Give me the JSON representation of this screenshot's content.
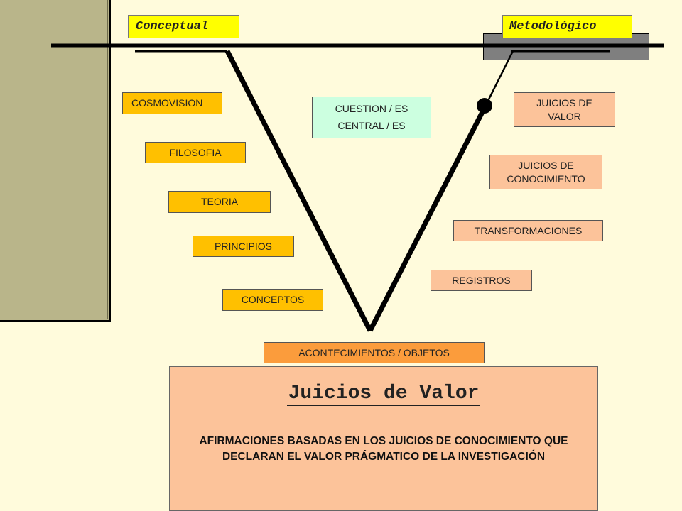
{
  "headers": {
    "left": "Conceptual",
    "right": "Metodológico"
  },
  "left_items": [
    "COSMOVISION",
    "FILOSOFIA",
    "TEORIA",
    "PRINCIPIOS",
    "CONCEPTOS"
  ],
  "central": {
    "line1": "CUESTION / ES",
    "line2": "CENTRAL / ES"
  },
  "right_items": [
    {
      "line1": "JUICIOS DE",
      "line2": "VALOR"
    },
    {
      "line1": "JUICIOS DE",
      "line2": "CONOCIMIENTO"
    },
    {
      "line1": "TRANSFORMACIONES",
      "line2": ""
    },
    {
      "line1": "REGISTROS",
      "line2": ""
    }
  ],
  "bottom": "ACONTECIMIENTOS / OBJETOS",
  "main": {
    "title": "Juicios de Valor",
    "description": "AFIRMACIONES BASADAS EN LOS JUICIOS DE CONOCIMIENTO QUE DECLARAN EL VALOR PRÁGMATICO DE LA INVESTIGACIÓN"
  }
}
